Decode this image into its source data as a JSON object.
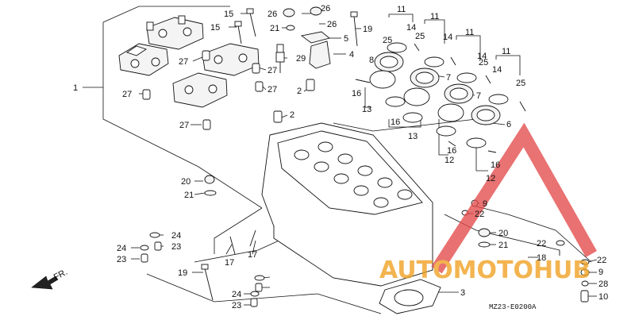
{
  "diagram": {
    "code": "MZ23-E0200A",
    "direction_label": "FR.",
    "callouts": [
      "1",
      "2",
      "2",
      "3",
      "4",
      "5",
      "6",
      "7",
      "7",
      "8",
      "9",
      "9",
      "10",
      "11",
      "11",
      "11",
      "11",
      "12",
      "12",
      "13",
      "13",
      "14",
      "14",
      "14",
      "14",
      "15",
      "15",
      "16",
      "16",
      "16",
      "16",
      "17",
      "17",
      "18",
      "19",
      "19",
      "20",
      "20",
      "21",
      "21",
      "21",
      "22",
      "22",
      "22",
      "23",
      "23",
      "23",
      "24",
      "24",
      "24",
      "25",
      "25",
      "25",
      "25",
      "26",
      "26",
      "26",
      "27",
      "27",
      "27",
      "27",
      "27",
      "28",
      "29"
    ]
  },
  "watermark": {
    "brand": "AUTOMOTOHUB",
    "colors": {
      "triangle": "#e34a4a",
      "text_orange": "#f0a020",
      "text_grey": "#999999"
    }
  }
}
